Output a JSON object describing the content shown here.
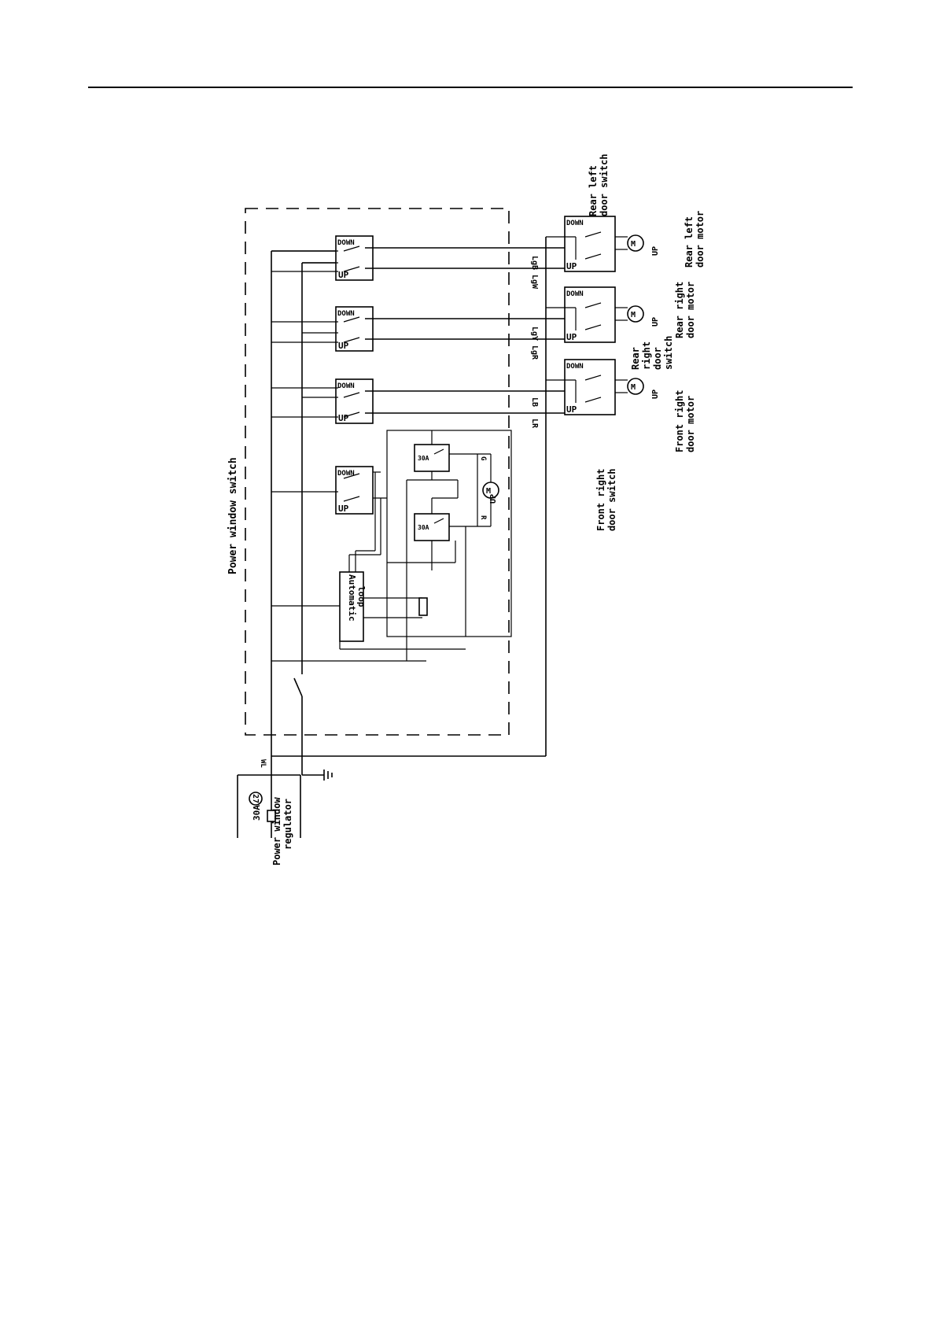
{
  "labels": {
    "power_window_switch": "Power window switch",
    "rear_left_door_switch": [
      "Rear left",
      "door switch"
    ],
    "rear_left_door_motor": [
      "Rear left",
      "door motor"
    ],
    "rear_right_door_switch": [
      "Rear",
      "right",
      "door",
      "switch"
    ],
    "rear_right_door_motor": [
      "Rear right",
      "door motor"
    ],
    "front_right_door_switch": [
      "Front right",
      "door switch"
    ],
    "front_right_door_motor": [
      "Front right",
      "door motor"
    ],
    "power_window_regulator": [
      "Power window",
      "regulator"
    ],
    "automatic_loop": [
      "Automatic",
      "loop"
    ],
    "fuse_rating": "30A",
    "fuse_number": "27",
    "wire_main": "WL",
    "down": "DOWN",
    "up": "UP",
    "relay": "30A",
    "motor": "M",
    "wire_lgb": "LgB",
    "wire_lgw": "LgW",
    "wire_lgy": "LgY",
    "wire_lgr": "LgR",
    "wire_lb": "LB",
    "wire_lr": "LR",
    "wire_g": "G",
    "wire_r": "R",
    "motor_g": "G",
    "motor_r": "R"
  },
  "colors": {
    "ink": "#000000",
    "paper": "#ffffff"
  }
}
